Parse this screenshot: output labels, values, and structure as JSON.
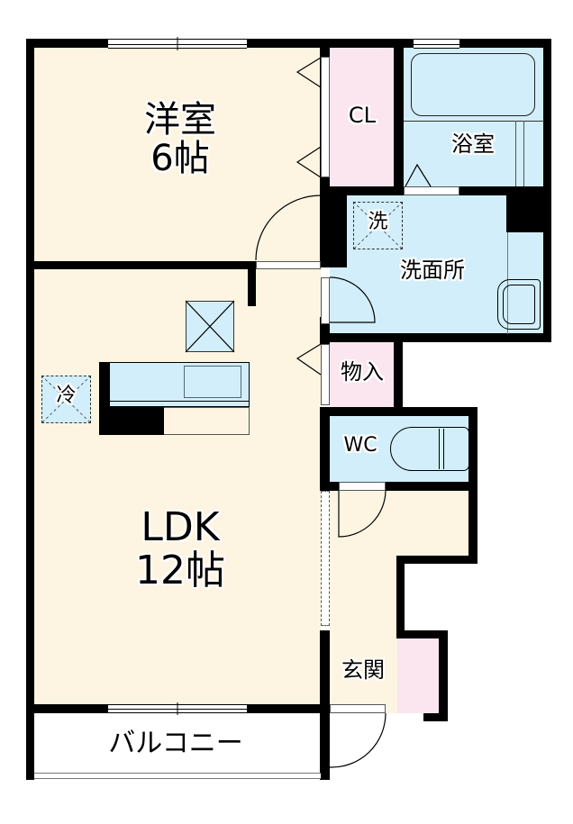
{
  "floor_plan": {
    "rooms": {
      "western_room": {
        "name": "洋室",
        "size": "6帖",
        "label": "洋室\n6帖"
      },
      "closet": {
        "label": "CL"
      },
      "bathroom": {
        "label": "浴室"
      },
      "washroom": {
        "label": "洗面所"
      },
      "washing_machine": {
        "label": "洗"
      },
      "storage": {
        "label": "物入"
      },
      "toilet": {
        "label": "WC"
      },
      "ldk": {
        "name": "LDK",
        "size": "12帖",
        "label": "LDK\n12帖"
      },
      "refrigerator": {
        "label": "冷"
      },
      "entrance": {
        "label": "玄関"
      },
      "balcony": {
        "label": "バルコニー"
      }
    },
    "colors": {
      "living_floor": "#fdf5e2",
      "wet_area": "#d2eefa",
      "storage": "#fbe6ef",
      "wall": "#000000"
    }
  }
}
